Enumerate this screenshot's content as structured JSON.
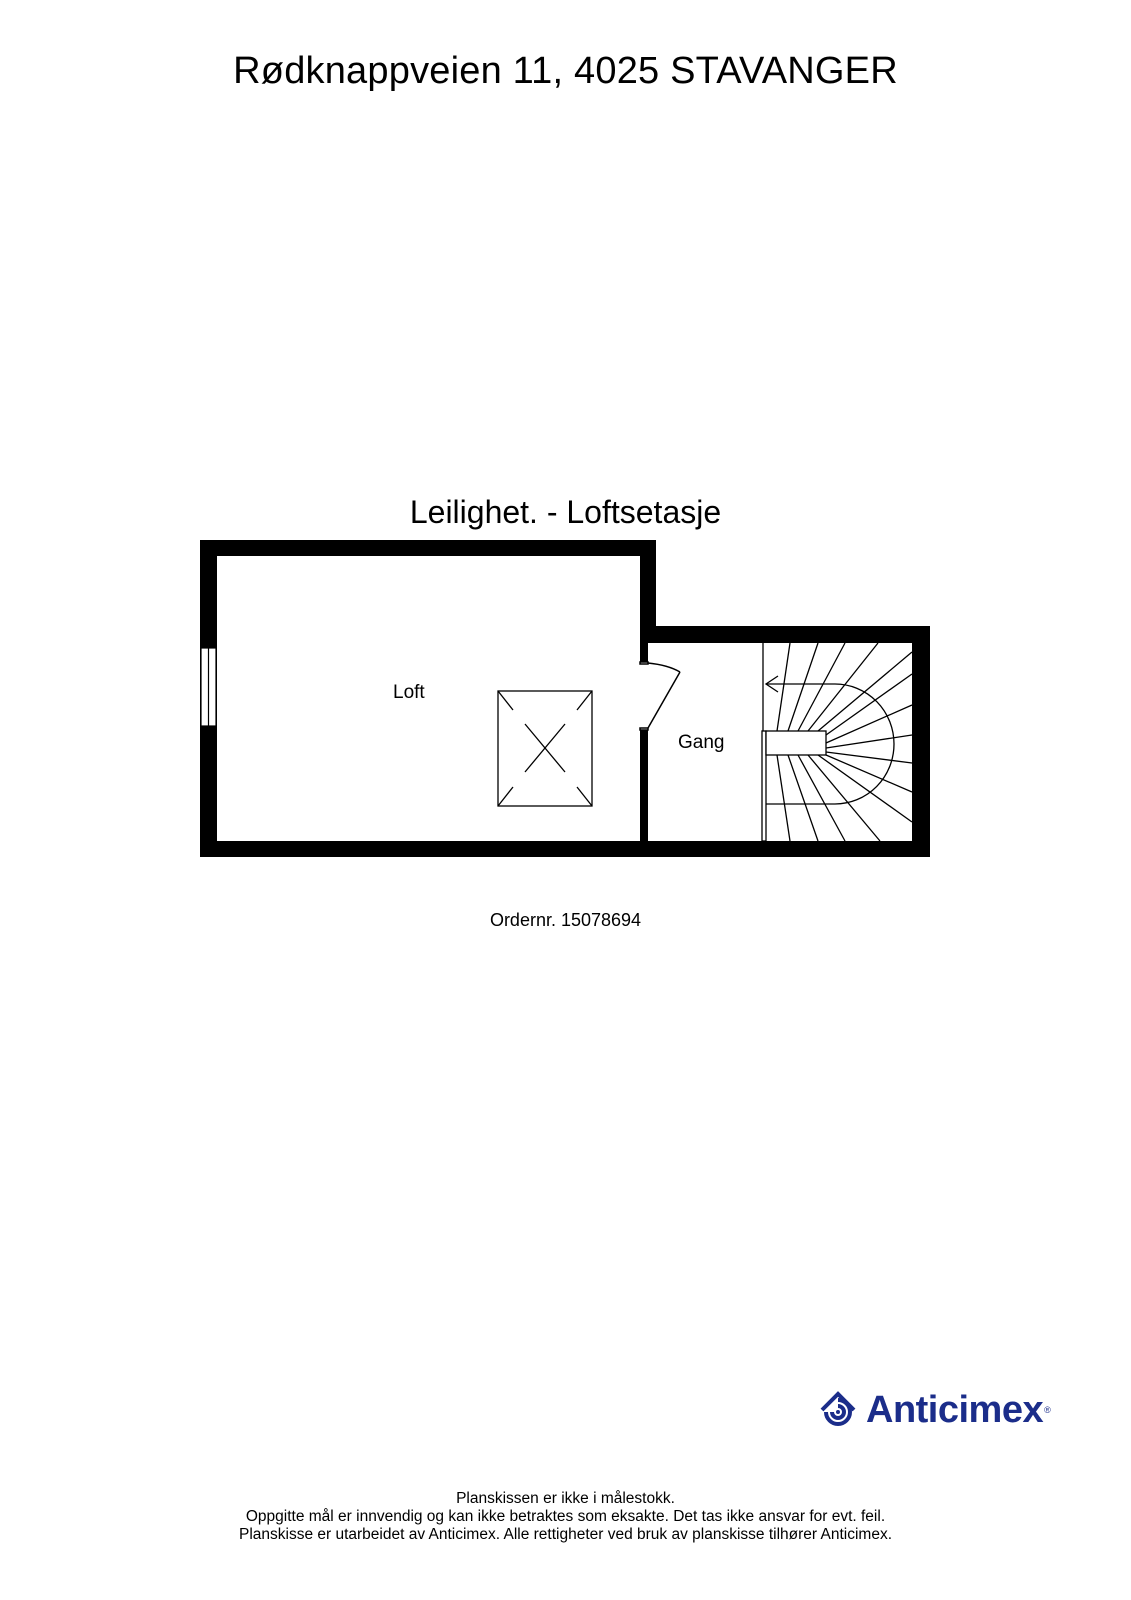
{
  "document": {
    "title": "Rødknappveien 11, 4025 STAVANGER",
    "floor_title": "Leilighet.  - Loftsetasje",
    "order_number": "Ordernr. 15078694"
  },
  "plan": {
    "rooms": [
      {
        "name": "Loft"
      },
      {
        "name": "Gang"
      }
    ],
    "features": [
      "window-left-wall",
      "skylight",
      "door-loft-gang",
      "spiral-staircase"
    ],
    "wall_color": "#000000"
  },
  "branding": {
    "logo_text": "Anticimex",
    "logo_registered": "®",
    "brand_color": "#1b2d8a"
  },
  "disclaimer": {
    "lines": [
      "Planskissen er ikke i målestokk.",
      "Oppgitte mål er innvendig og kan ikke betraktes som eksakte. Det tas ikke ansvar for evt. feil.",
      "Planskisse er utarbeidet av Anticimex. Alle rettigheter ved bruk av planskisse tilhører Anticimex."
    ]
  }
}
